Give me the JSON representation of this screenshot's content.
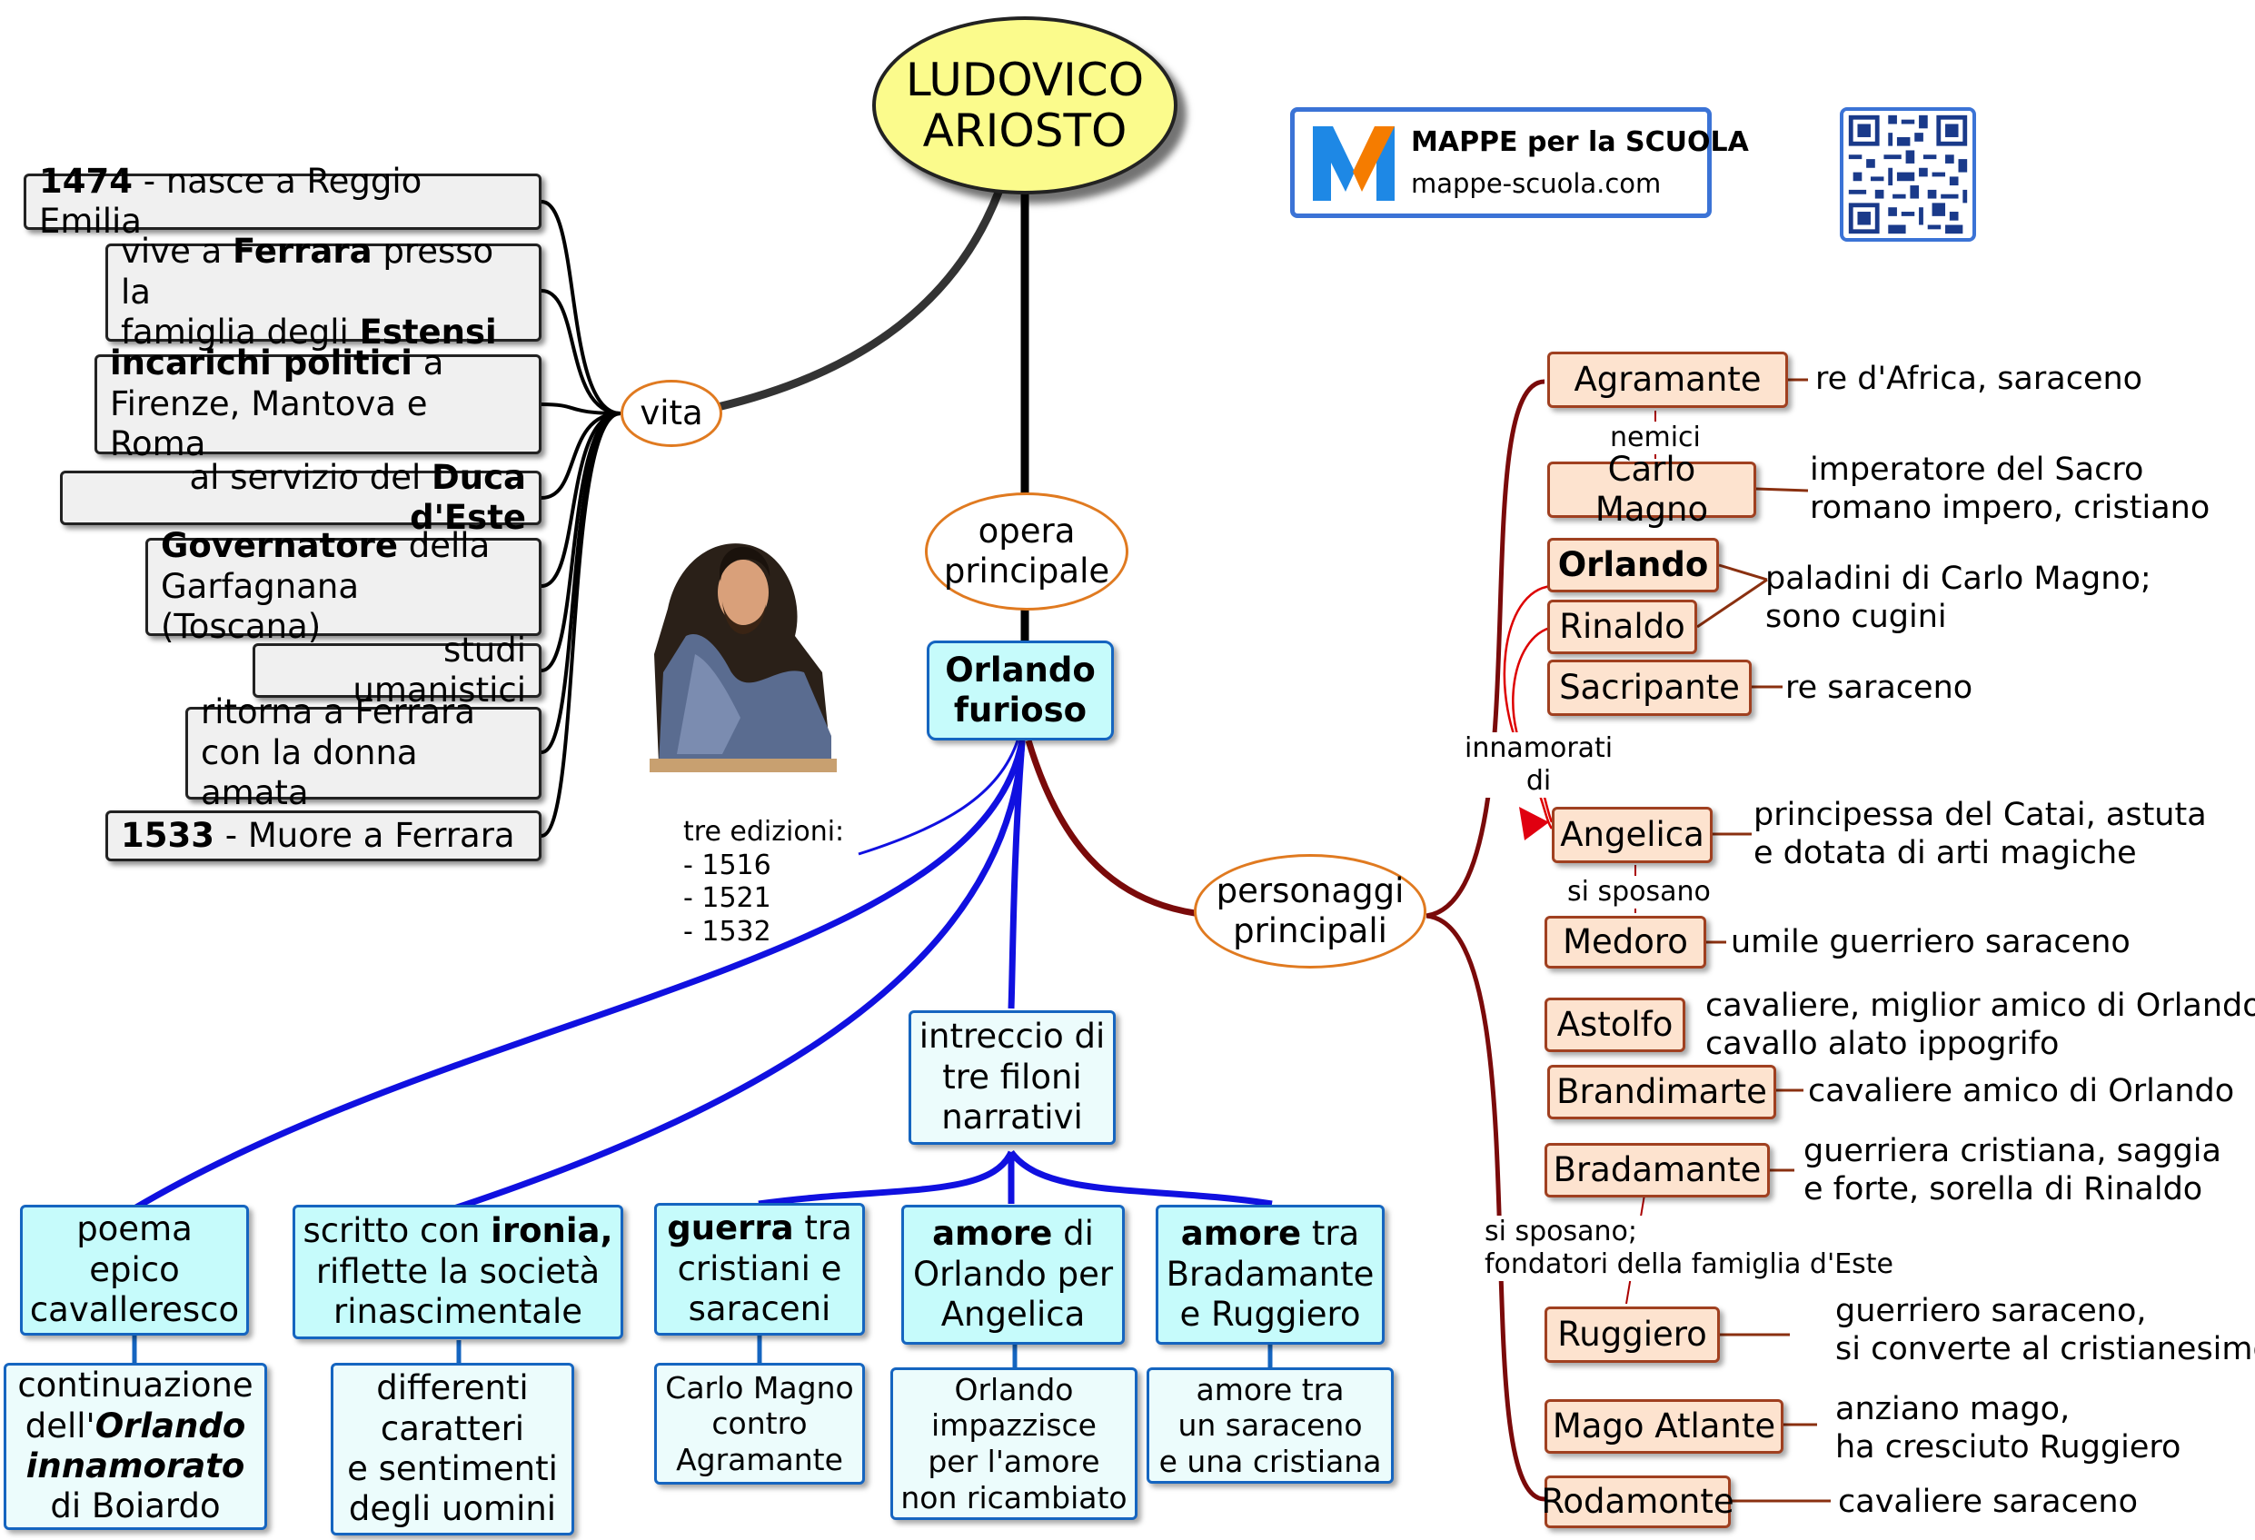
{
  "root": {
    "line1": "LUDOVICO",
    "line2": "ARIOSTO"
  },
  "logo": {
    "title": "MAPPE per la SCUOLA",
    "url": "mappe-scuola.com"
  },
  "vita": {
    "label": "vita",
    "items": [
      [
        "1474",
        " - nasce a Reggio Emilia"
      ],
      [
        "vive a ",
        "Ferrara",
        " presso la",
        "famiglia degli ",
        "Estensi"
      ],
      [
        "incarichi politici",
        " a",
        "Firenze, Mantova e Roma"
      ],
      [
        "al servizio del ",
        "Duca d'Este"
      ],
      [
        "Governatore",
        " della",
        "Garfagnana (Toscana)"
      ],
      [
        "studi umanistici"
      ],
      [
        "ritorna a Ferrara",
        "con la donna amata"
      ],
      [
        "1533",
        " - Muore a Ferrara"
      ]
    ]
  },
  "opera": {
    "line1": "opera",
    "line2": "principale"
  },
  "orlando": {
    "line1": "Orlando",
    "line2": "furioso"
  },
  "edizioni": {
    "title": "tre edizioni:",
    "items": [
      "- 1516",
      "- 1521",
      "- 1532"
    ]
  },
  "intreccio": {
    "lines": [
      "intreccio di",
      "tre filoni",
      "narrativi"
    ]
  },
  "features": [
    {
      "top": [
        "poema",
        "epico",
        "cavalleresco"
      ],
      "bottom": [
        "continuazione",
        "dell'",
        "Orlando",
        "innamorato",
        "di Boiardo"
      ]
    },
    {
      "top": [
        "scritto con ",
        "ironia,",
        "riflette la società",
        "rinascimentale"
      ],
      "bottom": [
        "differenti",
        "caratteri",
        "e sentimenti",
        "degli uomini"
      ]
    },
    {
      "top": [
        "guerra",
        " tra",
        "cristiani e",
        "saraceni"
      ],
      "bottom": [
        "Carlo Magno",
        "contro",
        "Agramante"
      ]
    },
    {
      "top": [
        "amore",
        " di",
        "Orlando per",
        "Angelica"
      ],
      "bottom": [
        "Orlando",
        "impazzisce",
        "per l'amore",
        "non ricambiato"
      ]
    },
    {
      "top": [
        "amore",
        " tra",
        "Bradamante",
        "e Ruggiero"
      ],
      "bottom": [
        "amore tra",
        "un saraceno",
        "e una cristiana"
      ]
    }
  ],
  "personaggi": {
    "line1": "personaggi",
    "line2": "principali"
  },
  "characters": [
    {
      "name": "Agramante",
      "desc": [
        "re d'Africa, saraceno"
      ]
    },
    {
      "name": "Carlo Magno",
      "desc": [
        "imperatore del Sacro",
        "romano impero, cristiano"
      ]
    },
    {
      "name": "Orlando",
      "desc": [
        "paladini di Carlo Magno;",
        "sono cugini"
      ]
    },
    {
      "name": "Rinaldo",
      "desc": []
    },
    {
      "name": "Sacripante",
      "desc": [
        "re saraceno"
      ]
    },
    {
      "name": "Angelica",
      "desc": [
        "principessa del Catai, astuta",
        "e dotata di arti magiche"
      ]
    },
    {
      "name": "Medoro",
      "desc": [
        "umile guerriero saraceno"
      ]
    },
    {
      "name": "Astolfo",
      "desc": [
        "cavaliere, miglior amico di Orlando;",
        "cavallo alato ippogrifo"
      ]
    },
    {
      "name": "Brandimarte",
      "desc": [
        "cavaliere amico di Orlando"
      ]
    },
    {
      "name": "Bradamante",
      "desc": [
        "guerriera cristiana, saggia",
        "e forte, sorella di Rinaldo"
      ]
    },
    {
      "name": "Ruggiero",
      "desc": [
        "guerriero saraceno,",
        "si converte al cristianesimo"
      ]
    },
    {
      "name": "Mago Atlante",
      "desc": [
        "anziano mago,",
        "ha cresciuto Ruggiero"
      ]
    },
    {
      "name": "Rodamonte",
      "desc": [
        "cavaliere saraceno"
      ]
    }
  ],
  "relations": {
    "nemici": "nemici",
    "innamorati": [
      "innamorati",
      "di"
    ],
    "si_sposano": "si sposano",
    "si_sposano2": [
      "si sposano;",
      "fondatori della famiglia d'Este"
    ]
  },
  "colors": {
    "grey_box": "#f0f0f0",
    "cyan_box": "#c6fbfb",
    "peach_box": "#fde3cf",
    "ellipse_border": "#e07a20",
    "blue_link": "#1010e0",
    "red_link": "#7a0a0a",
    "root_fill": "#fbfb8c"
  }
}
